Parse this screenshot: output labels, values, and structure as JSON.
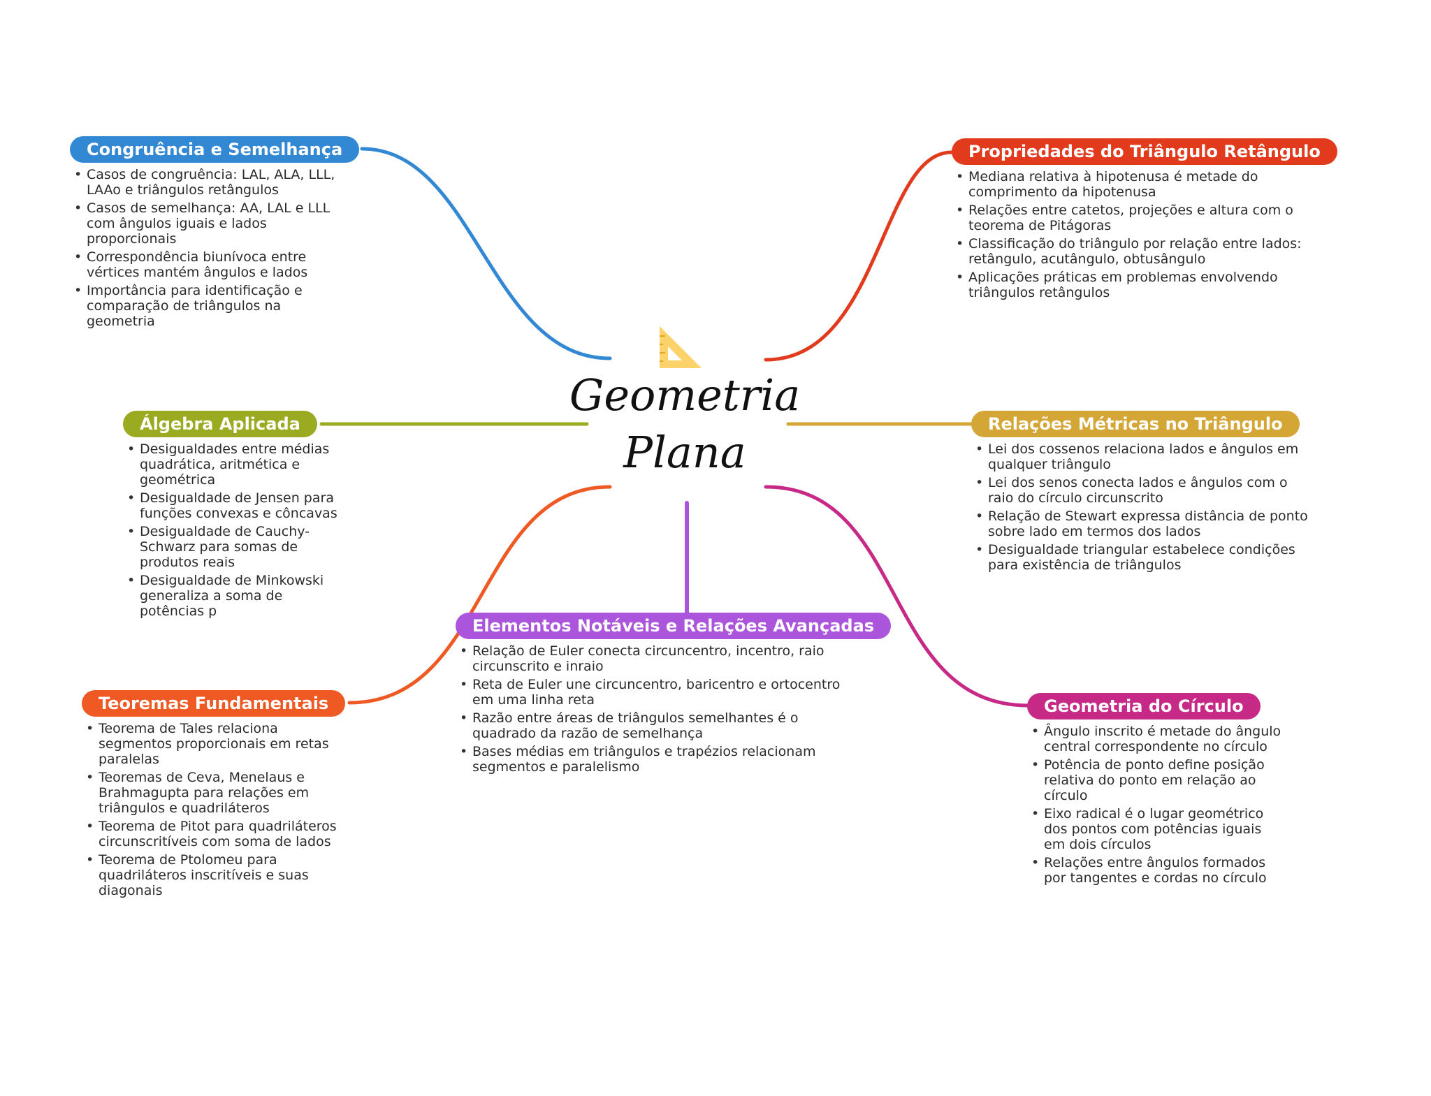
{
  "central": {
    "line1": "Geometria",
    "line2": "Plana",
    "icon": "set-square-icon"
  },
  "colors": {
    "congruencia": "#3388d4",
    "algebra": "#9aab22",
    "teoremas": "#ef5a24",
    "elementos": "#ab55dc",
    "propriedades": "#e23a1c",
    "metricas": "#d4a636",
    "circulo": "#c72a86",
    "icon": "#fcd36b"
  },
  "branches": {
    "congruencia": {
      "title": "Congruência e Semelhança",
      "items": [
        "Casos de congruência: LAL, ALA, LLL, LAAo e triângulos retângulos",
        "Casos de semelhança: AA, LAL e LLL com ângulos iguais e lados proporcionais",
        "Correspondência biunívoca entre vértices mantém ângulos e lados",
        "Importância para identificação e comparação de triângulos na geometria"
      ]
    },
    "algebra": {
      "title": "Álgebra Aplicada",
      "items": [
        "Desigualdades entre médias quadrática, aritmética e geométrica",
        "Desigualdade de Jensen para funções convexas e côncavas",
        "Desigualdade de Cauchy-Schwarz para somas de produtos reais",
        "Desigualdade de Minkowski generaliza a soma de potências p"
      ]
    },
    "teoremas": {
      "title": "Teoremas Fundamentais",
      "items": [
        "Teorema de Tales relaciona segmentos proporcionais em retas paralelas",
        "Teoremas de Ceva, Menelaus e Brahmagupta para relações em triângulos e quadriláteros",
        "Teorema de Pitot para quadriláteros circunscritíveis com soma de lados",
        "Teorema de Ptolomeu para quadriláteros inscritíveis e suas diagonais"
      ]
    },
    "elementos": {
      "title": "Elementos Notáveis e Relações Avançadas",
      "items": [
        "Relação de Euler conecta circuncentro, incentro, raio circunscrito e inraio",
        "Reta de Euler une circuncentro, baricentro e ortocentro em uma linha reta",
        "Razão entre áreas de triângulos semelhantes é o quadrado da razão de semelhança",
        "Bases médias em triângulos e trapézios relacionam segmentos e paralelismo"
      ]
    },
    "propriedades": {
      "title": "Propriedades do Triângulo Retângulo",
      "items": [
        "Mediana relativa à hipotenusa é metade do comprimento da hipotenusa",
        "Relações entre catetos, projeções e altura com o teorema de Pitágoras",
        "Classificação do triângulo por relação entre lados: retângulo, acutângulo, obtusângulo",
        "Aplicações práticas em problemas envolvendo triângulos retângulos"
      ]
    },
    "metricas": {
      "title": "Relações Métricas no Triângulo",
      "items": [
        "Lei dos cossenos relaciona lados e ângulos em qualquer triângulo",
        "Lei dos senos conecta lados e ângulos com o raio do círculo circunscrito",
        "Relação de Stewart expressa distância de ponto sobre lado em termos dos lados",
        "Desigualdade triangular estabelece condições para existência de triângulos"
      ]
    },
    "circulo": {
      "title": "Geometria do Círculo",
      "items": [
        "Ângulo inscrito é metade do ângulo central correspondente no círculo",
        "Potência de ponto define posição relativa do ponto em relação ao círculo",
        "Eixo radical é o lugar geométrico dos pontos com potências iguais em dois círculos",
        "Relações entre ângulos formados por tangentes e cordas no círculo"
      ]
    }
  }
}
